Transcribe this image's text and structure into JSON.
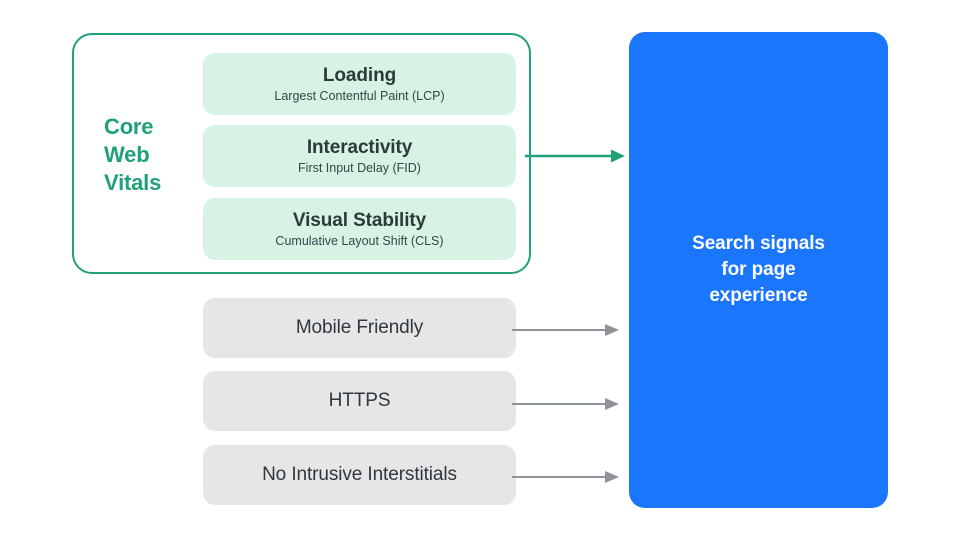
{
  "diagram": {
    "title": "Search signals for page experience",
    "colors": {
      "green_accent": "#21A179",
      "green_card_fill": "#D7F3E3",
      "gray_box_fill": "#E5E6E8",
      "blue_panel": "#1B76FE",
      "arrow_gray": "#8E9299",
      "text_dark": "#2C3A3A",
      "text_white": "#FFFFFF"
    }
  },
  "core_web_vitals": {
    "group_label": "Core\nWeb\nVitals",
    "metrics": [
      {
        "title": "Loading",
        "subtitle": "Largest Contentful Paint (LCP)"
      },
      {
        "title": "Interactivity",
        "subtitle": "First Input Delay (FID)"
      },
      {
        "title": "Visual Stability",
        "subtitle": "Cumulative Layout Shift (CLS)"
      }
    ]
  },
  "other_signals": [
    {
      "label": "Mobile Friendly"
    },
    {
      "label": "HTTPS"
    },
    {
      "label": "No Intrusive Interstitials"
    }
  ],
  "destination": {
    "label": "Search signals\nfor page\nexperience"
  }
}
